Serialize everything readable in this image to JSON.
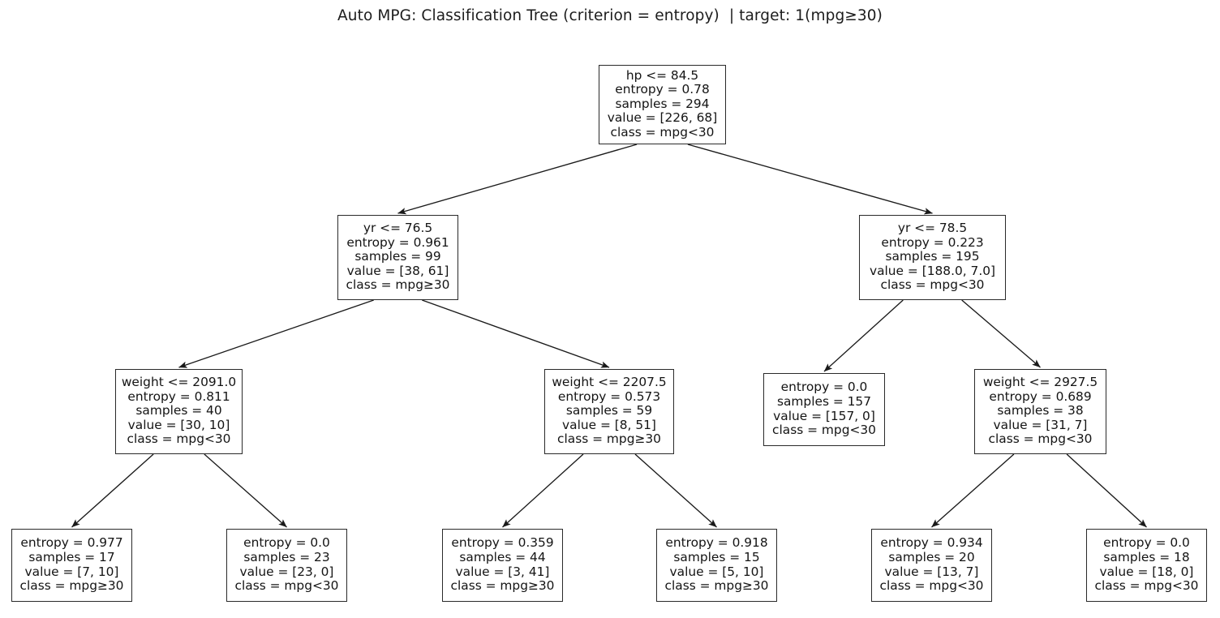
{
  "figure": {
    "title": "Auto MPG: Classification Tree (criterion = entropy)  | target: 1(mpg≥30)",
    "background_color": "#ffffff",
    "node_border_color": "#2a2a2a",
    "node_fill_color": "#ffffff",
    "edge_color": "#1a1a1a",
    "text_color": "#141414"
  },
  "chart_data": {
    "type": "tree",
    "title": "Auto MPG: Classification Tree (criterion = entropy)  | target: 1(mpg≥30)",
    "criterion": "entropy",
    "target": "1(mpg≥30)",
    "classes": [
      "mpg<30",
      "mpg≥30"
    ],
    "max_depth": 3,
    "n_nodes": 13,
    "n_leaves": 7,
    "root_samples": 294,
    "features": [
      "hp",
      "yr",
      "weight"
    ],
    "nodes": [
      {
        "id": "n0",
        "depth": 0,
        "position": "root",
        "is_leaf": false,
        "condition": "hp <= 84.5",
        "entropy": "entropy = 0.78",
        "samples": "samples = 294",
        "value": "value = [226, 68]",
        "class": "class = mpg<30",
        "entropy_value": 0.78,
        "samples_value": 294,
        "value_counts": [
          226,
          68
        ],
        "class_label": "mpg<30",
        "children": [
          "n1",
          "n8"
        ]
      },
      {
        "id": "n1",
        "depth": 1,
        "position": "left",
        "is_leaf": false,
        "condition": "yr <= 76.5",
        "entropy": "entropy = 0.961",
        "samples": "samples = 99",
        "value": "value = [38, 61]",
        "class": "class = mpg≥30",
        "entropy_value": 0.961,
        "samples_value": 99,
        "value_counts": [
          38,
          61
        ],
        "class_label": "mpg≥30",
        "children": [
          "n2",
          "n5"
        ]
      },
      {
        "id": "n2",
        "depth": 2,
        "position": "left",
        "is_leaf": false,
        "condition": "weight <= 2091.0",
        "entropy": "entropy = 0.811",
        "samples": "samples = 40",
        "value": "value = [30, 10]",
        "class": "class = mpg<30",
        "entropy_value": 0.811,
        "samples_value": 40,
        "value_counts": [
          30,
          10
        ],
        "class_label": "mpg<30",
        "children": [
          "n3",
          "n4"
        ]
      },
      {
        "id": "n3",
        "depth": 3,
        "position": "leaf",
        "is_leaf": true,
        "condition": "",
        "entropy": "entropy = 0.977",
        "samples": "samples = 17",
        "value": "value = [7, 10]",
        "class": "class = mpg≥30",
        "entropy_value": 0.977,
        "samples_value": 17,
        "value_counts": [
          7,
          10
        ],
        "class_label": "mpg≥30",
        "children": []
      },
      {
        "id": "n4",
        "depth": 3,
        "position": "leaf",
        "is_leaf": true,
        "condition": "",
        "entropy": "entropy = 0.0",
        "samples": "samples = 23",
        "value": "value = [23, 0]",
        "class": "class = mpg<30",
        "entropy_value": 0.0,
        "samples_value": 23,
        "value_counts": [
          23,
          0
        ],
        "class_label": "mpg<30",
        "children": []
      },
      {
        "id": "n5",
        "depth": 2,
        "position": "right",
        "is_leaf": false,
        "condition": "weight <= 2207.5",
        "entropy": "entropy = 0.573",
        "samples": "samples = 59",
        "value": "value = [8, 51]",
        "class": "class = mpg≥30",
        "entropy_value": 0.573,
        "samples_value": 59,
        "value_counts": [
          8,
          51
        ],
        "class_label": "mpg≥30",
        "children": [
          "n6",
          "n7"
        ]
      },
      {
        "id": "n6",
        "depth": 3,
        "position": "leaf",
        "is_leaf": true,
        "condition": "",
        "entropy": "entropy = 0.359",
        "samples": "samples = 44",
        "value": "value = [3, 41]",
        "class": "class = mpg≥30",
        "entropy_value": 0.359,
        "samples_value": 44,
        "value_counts": [
          3,
          41
        ],
        "class_label": "mpg≥30",
        "children": []
      },
      {
        "id": "n7",
        "depth": 3,
        "position": "leaf",
        "is_leaf": true,
        "condition": "",
        "entropy": "entropy = 0.918",
        "samples": "samples = 15",
        "value": "value = [5, 10]",
        "class": "class = mpg≥30",
        "entropy_value": 0.918,
        "samples_value": 15,
        "value_counts": [
          5,
          10
        ],
        "class_label": "mpg≥30",
        "children": []
      },
      {
        "id": "n8",
        "depth": 1,
        "position": "right",
        "is_leaf": false,
        "condition": "yr <= 78.5",
        "entropy": "entropy = 0.223",
        "samples": "samples = 195",
        "value": "value = [188.0, 7.0]",
        "class": "class = mpg<30",
        "entropy_value": 0.223,
        "samples_value": 195,
        "value_counts": [
          188.0,
          7.0
        ],
        "class_label": "mpg<30",
        "children": [
          "n9",
          "n10"
        ]
      },
      {
        "id": "n9",
        "depth": 2,
        "position": "leaf",
        "is_leaf": true,
        "condition": "",
        "entropy": "entropy = 0.0",
        "samples": "samples = 157",
        "value": "value = [157, 0]",
        "class": "class = mpg<30",
        "entropy_value": 0.0,
        "samples_value": 157,
        "value_counts": [
          157,
          0
        ],
        "class_label": "mpg<30",
        "children": []
      },
      {
        "id": "n10",
        "depth": 2,
        "position": "right",
        "is_leaf": false,
        "condition": "weight <= 2927.5",
        "entropy": "entropy = 0.689",
        "samples": "samples = 38",
        "value": "value = [31, 7]",
        "class": "class = mpg<30",
        "entropy_value": 0.689,
        "samples_value": 38,
        "value_counts": [
          31,
          7
        ],
        "class_label": "mpg<30",
        "children": [
          "n11",
          "n12"
        ]
      },
      {
        "id": "n11",
        "depth": 3,
        "position": "leaf",
        "is_leaf": true,
        "condition": "",
        "entropy": "entropy = 0.934",
        "samples": "samples = 20",
        "value": "value = [13, 7]",
        "class": "class = mpg<30",
        "entropy_value": 0.934,
        "samples_value": 20,
        "value_counts": [
          13,
          7
        ],
        "class_label": "mpg<30",
        "children": []
      },
      {
        "id": "n12",
        "depth": 3,
        "position": "leaf",
        "is_leaf": true,
        "condition": "",
        "entropy": "entropy = 0.0",
        "samples": "samples = 18",
        "value": "value = [18, 0]",
        "class": "class = mpg<30",
        "entropy_value": 0.0,
        "samples_value": 18,
        "value_counts": [
          18,
          0
        ],
        "class_label": "mpg<30",
        "children": []
      }
    ]
  }
}
